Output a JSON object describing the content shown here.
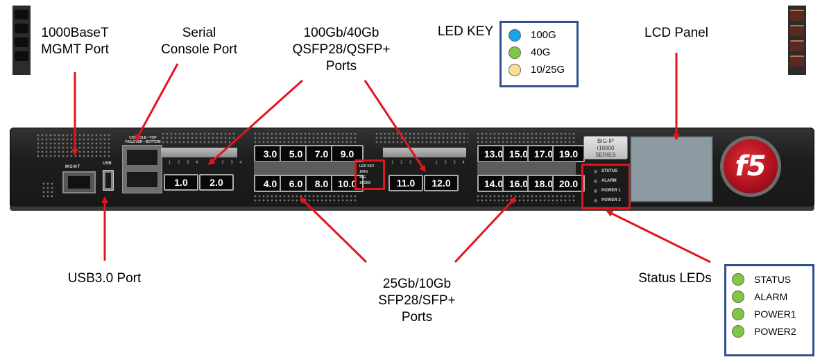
{
  "callouts": {
    "mgmt": [
      "1000BaseT",
      "MGMT Port"
    ],
    "serial": [
      "Serial",
      "Console Port"
    ],
    "qsfp": [
      "100Gb/40Gb",
      "QSFP28/QSFP+",
      "Ports"
    ],
    "led_key_title": "LED KEY",
    "lcd": "LCD Panel",
    "usb": "USB3.0 Port",
    "sfp": [
      "25Gb/10Gb",
      "SFP28/SFP+",
      "Ports"
    ],
    "status_leds": "Status LEDs"
  },
  "led_key": [
    {
      "label": "100G",
      "color": "#1aa3e8"
    },
    {
      "label": "40G",
      "color": "#7ec843"
    },
    {
      "label": "10/25G",
      "color": "#fbe08f"
    }
  ],
  "status_key": [
    {
      "label": "STATUS",
      "color": "#7ec843"
    },
    {
      "label": "ALARM",
      "color": "#7ec843"
    },
    {
      "label": "POWER1",
      "color": "#7ec843"
    },
    {
      "label": "POWER2",
      "color": "#7ec843"
    }
  ],
  "ports": {
    "qsfp": [
      "1.0",
      "2.0",
      "11.0",
      "12.0"
    ],
    "sfp_top_a": [
      "3.0",
      "5.0",
      "7.0",
      "9.0"
    ],
    "sfp_bottom_a": [
      "4.0",
      "6.0",
      "8.0",
      "10.0"
    ],
    "sfp_top_b": [
      "13.0",
      "15.0",
      "17.0",
      "19.0"
    ],
    "sfp_bottom_b": [
      "14.0",
      "16.0",
      "18.0",
      "20.0"
    ]
  },
  "device": {
    "mgmt_label": "MGMT",
    "usb_label": "USB",
    "console_label": "CONSOLE • TOP\nFAILOVER • BOTTOM",
    "badge": [
      "BIG-IP",
      "r10000",
      "SERIES"
    ],
    "status_panel": [
      "STATUS",
      "ALARM",
      "POWER 1",
      "POWER 2"
    ],
    "led_key_mini": [
      "LED KEY",
      "100G",
      "40G",
      "10/25G"
    ],
    "logo": "f5"
  },
  "colors": {
    "arrow": "#e0151f",
    "key_border": "#2f4f8f"
  }
}
